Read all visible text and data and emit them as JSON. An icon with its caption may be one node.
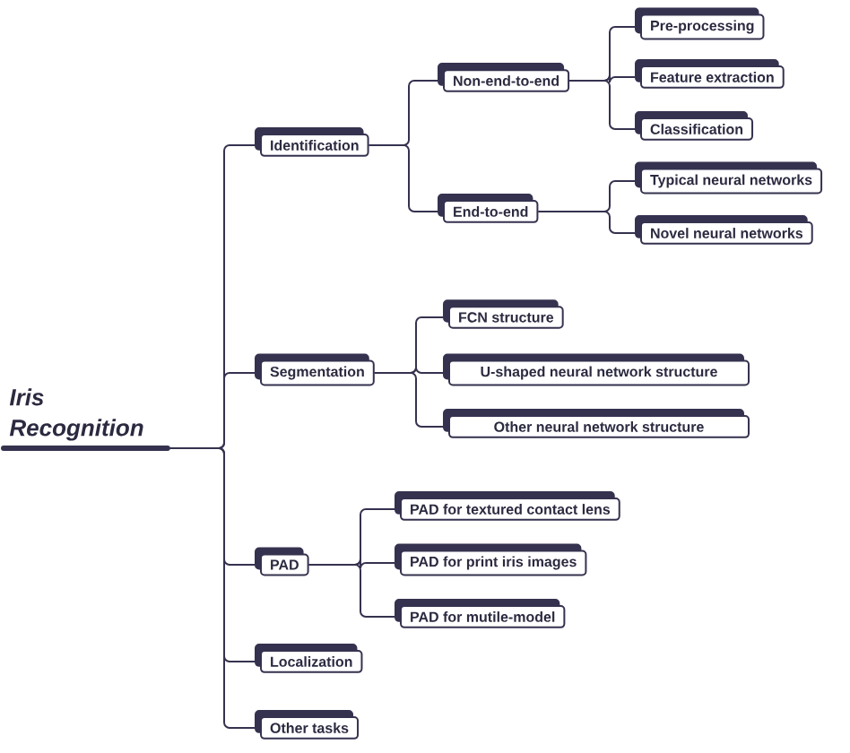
{
  "diagram": {
    "nodes": [
      {
        "text": [
          "Iris Recognition"
        ]
      },
      {
        "text": [
          "Identification"
        ]
      },
      {
        "text": [
          "Non-end-to-end"
        ]
      },
      {
        "text": [
          "Pre-processing"
        ]
      },
      {
        "text": [
          "Feature extraction"
        ]
      },
      {
        "text": [
          "Classification"
        ]
      },
      {
        "text": [
          "End-to-end"
        ]
      },
      {
        "text": [
          "Typical neural networks"
        ]
      },
      {
        "text": [
          "Novel neural networks"
        ]
      },
      {
        "text": [
          "Segmentation"
        ]
      },
      {
        "text": [
          "FCN structure"
        ]
      },
      {
        "text": [
          "U-shaped neural network structure"
        ]
      },
      {
        "text": [
          "Other neural network structure"
        ]
      },
      {
        "text": [
          "PAD"
        ]
      },
      {
        "text": [
          "PAD for textured contact lens"
        ]
      },
      {
        "text": [
          "PAD for print iris images"
        ]
      },
      {
        "text": [
          "PAD for mutile-model"
        ]
      },
      {
        "text": [
          "Localization"
        ]
      },
      {
        "text": [
          "Other tasks"
        ]
      }
    ],
    "edges": [
      {
        "from": 0,
        "to": 1,
        "arrow": "none"
      },
      {
        "from": 1,
        "to": 2,
        "arrow": "none"
      },
      {
        "from": 2,
        "to": 3,
        "arrow": "none"
      },
      {
        "from": 2,
        "to": 4,
        "arrow": "none"
      },
      {
        "from": 2,
        "to": 5,
        "arrow": "none"
      },
      {
        "from": 1,
        "to": 6,
        "arrow": "none"
      },
      {
        "from": 6,
        "to": 7,
        "arrow": "none"
      },
      {
        "from": 6,
        "to": 8,
        "arrow": "none"
      },
      {
        "from": 0,
        "to": 9,
        "arrow": "none"
      },
      {
        "from": 9,
        "to": 10,
        "arrow": "none"
      },
      {
        "from": 9,
        "to": 11,
        "arrow": "none"
      },
      {
        "from": 9,
        "to": 12,
        "arrow": "none"
      },
      {
        "from": 0,
        "to": 13,
        "arrow": "none"
      },
      {
        "from": 13,
        "to": 14,
        "arrow": "none"
      },
      {
        "from": 13,
        "to": 15,
        "arrow": "none"
      },
      {
        "from": 13,
        "to": 16,
        "arrow": "none"
      },
      {
        "from": 0,
        "to": 17,
        "arrow": "none"
      },
      {
        "from": 0,
        "to": 18,
        "arrow": "none"
      }
    ]
  }
}
